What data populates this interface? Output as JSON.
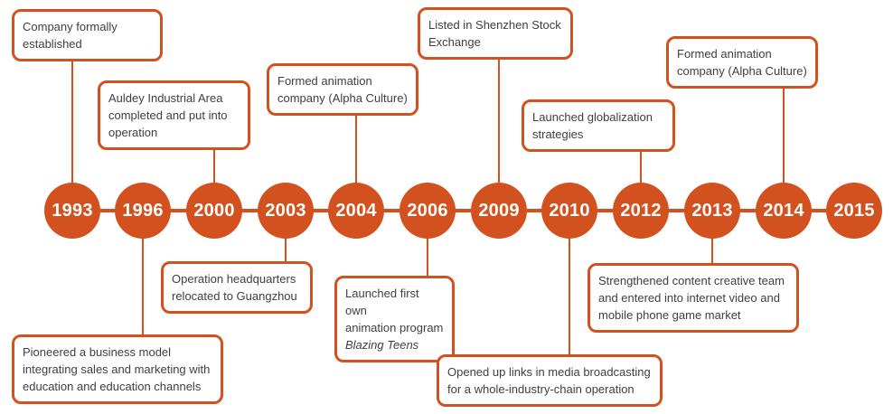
{
  "colors": {
    "accent": "#d2511e",
    "text": "#3f3f3f",
    "background": "#ffffff"
  },
  "timeline": {
    "type": "horizontal-timeline",
    "milestones": [
      {
        "year": "1993",
        "side": "above",
        "event": "Company formally\nestablished"
      },
      {
        "year": "1996",
        "side": "below",
        "event": "Pioneered a business model\nintegrating sales and marketing with\neducation and education channels"
      },
      {
        "year": "2000",
        "side": "above",
        "event": "Auldey Industrial Area\ncompleted and put into\noperation"
      },
      {
        "year": "2003",
        "side": "below",
        "event": "Operation headquarters\nrelocated to Guangzhou"
      },
      {
        "year": "2004",
        "side": "above",
        "event": "Formed animation\ncompany (Alpha Culture)"
      },
      {
        "year": "2006",
        "side": "below",
        "event": "Launched first own\nanimation program",
        "event_italic": "Blazing Teens"
      },
      {
        "year": "2009",
        "side": "above",
        "event": "Listed in Shenzhen Stock\nExchange"
      },
      {
        "year": "2010",
        "side": "below",
        "event": "Opened up links in media broadcasting\nfor a whole-industry-chain operation"
      },
      {
        "year": "2012",
        "side": "above",
        "event": "Launched globalization\nstrategies"
      },
      {
        "year": "2013",
        "side": "below",
        "event": "Strengthened content creative team\nand entered into internet video and\nmobile phone game market"
      },
      {
        "year": "2014",
        "side": "above",
        "event": "Formed animation\ncompany (Alpha Culture)"
      },
      {
        "year": "2015",
        "side": "none"
      }
    ]
  }
}
